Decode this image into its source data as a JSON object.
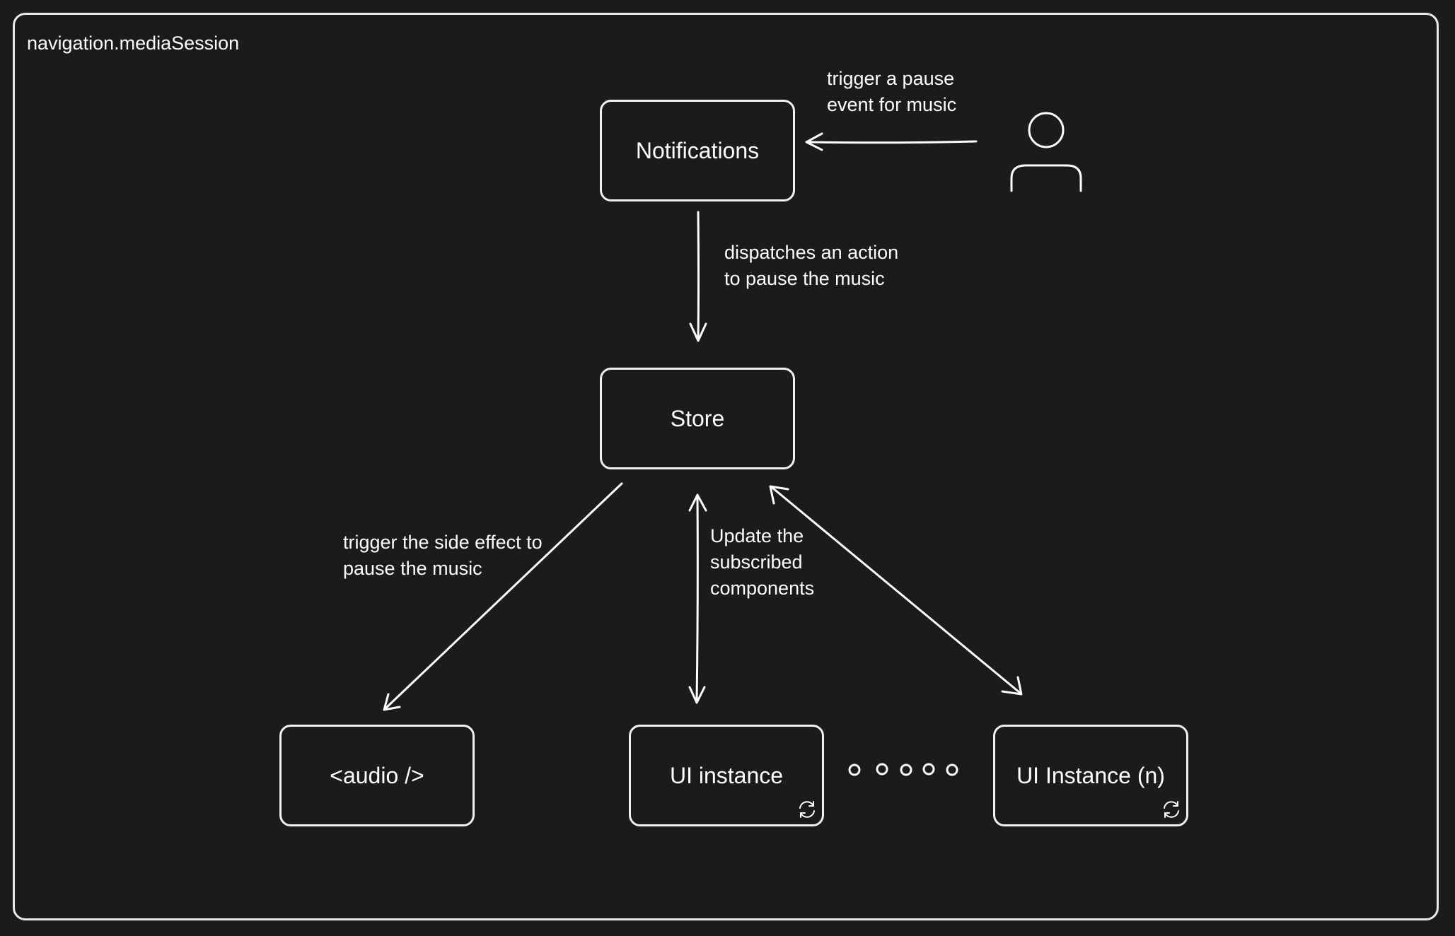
{
  "diagram": {
    "title": "navigation.mediaSession",
    "nodes": {
      "notifications": "Notifications",
      "store": "Store",
      "audio": "<audio />",
      "ui_instance": "UI instance",
      "ui_instance_n": "UI Instance (n)"
    },
    "notes": {
      "pause_event": [
        "trigger a pause",
        "event for music"
      ],
      "dispatch": [
        "dispatches an action",
        "to pause the music"
      ],
      "side_effect": [
        "trigger the side effect to",
        "pause the music"
      ],
      "update": [
        "Update the",
        "subscribed",
        "components"
      ]
    },
    "icons": {
      "user": "user-icon",
      "refresh": "refresh-icon",
      "ellipsis": "ellipsis-circles"
    },
    "colors": {
      "background": "#1b1b1b",
      "stroke": "#ffffff"
    }
  }
}
